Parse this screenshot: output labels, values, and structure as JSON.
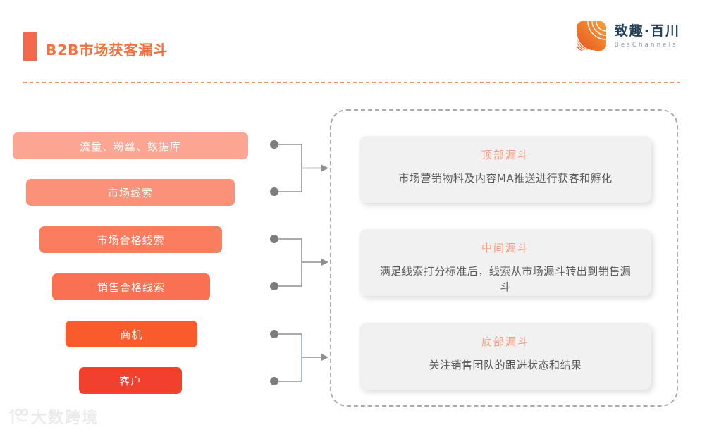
{
  "header": {
    "title": "B2B市场获客漏斗"
  },
  "logo": {
    "name": "致趣·百川",
    "subtitle": "BesChannels"
  },
  "funnel": {
    "stages": [
      {
        "label": "流量、粉丝、数据库",
        "color": "#fca592"
      },
      {
        "label": "市场线索",
        "color": "#fc9179"
      },
      {
        "label": "市场合格线索",
        "color": "#fb7d5f"
      },
      {
        "label": "销售合格线索",
        "color": "#fa7052"
      },
      {
        "label": "商机",
        "color": "#fa5b2d"
      },
      {
        "label": "客户",
        "color": "#f2402e"
      }
    ]
  },
  "panels": [
    {
      "title": "顶部漏斗",
      "body": "市场营销物料及内容MA推送进行获客和孵化"
    },
    {
      "title": "中间漏斗",
      "body": "满足线索打分标准后，线索从市场漏斗转出到销售漏斗"
    },
    {
      "title": "底部漏斗",
      "body": "关注销售团队的跟进状态和结果"
    }
  ],
  "watermark": {
    "text": "大数跨境"
  },
  "colors": {
    "accent": "#f2703c",
    "panel_title": "#f59c80",
    "connector_gray": "#8f8f8f",
    "connector_blue": "#7fa8d9"
  }
}
